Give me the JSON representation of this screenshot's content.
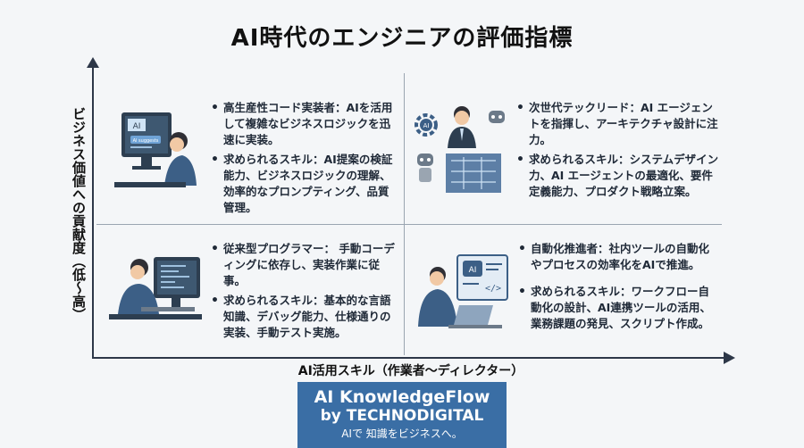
{
  "title": "AI時代のエンジニアの評価指標",
  "y_axis_label": "ビジネス価値への貢献度（低〜高）",
  "x_axis_label": "AI活用スキル（作業者〜ディレクター）",
  "quadrants": {
    "top_left": {
      "bullets": [
        "高生産性コード実装者：AIを活用して複雑なビジネスロジックを迅速に実装。",
        "求められるスキル：AI提案の検証能力、ビジネスロジックの理解、効率的なプロンプティング、品質管理。"
      ],
      "screen_text": "AI",
      "screen_badge": "AI suggests"
    },
    "top_right": {
      "bullets": [
        "次世代テックリード：AI エージェントを指揮し、アーキテクチャ設計に注力。",
        "求められるスキル：システムデザイン力、AI エージェントの最適化、要件定義能力、プロダクト戦略立案。"
      ],
      "gear_text": "AI"
    },
    "bottom_left": {
      "bullets": [
        "従来型プログラマー： 手動コーディングに依存し、実装作業に従事。",
        "求められるスキル：基本的な言語知識、デバッグ能力、仕様通りの実装、手動テスト実施。"
      ]
    },
    "bottom_right": {
      "bullets": [
        "自動化推進者：社内ツールの自動化やプロセスの効率化をAIで推進。",
        "求められるスキル：ワークフロー自動化の設計、AI連携ツールの活用、業務課題の発見、スクリプト作成。"
      ],
      "badge_text": "AI",
      "code_text": "</>"
    }
  },
  "logo": {
    "line1": "AI KnowledgeFlow",
    "line2": "by TECHNODIGITAL",
    "line3": "AIで 知識をビジネスへ。"
  },
  "colors": {
    "accent": "#3a6ea5",
    "skin": "#f1c9a5",
    "shirt": "#3c5f86",
    "hair": "#2f2f35"
  }
}
